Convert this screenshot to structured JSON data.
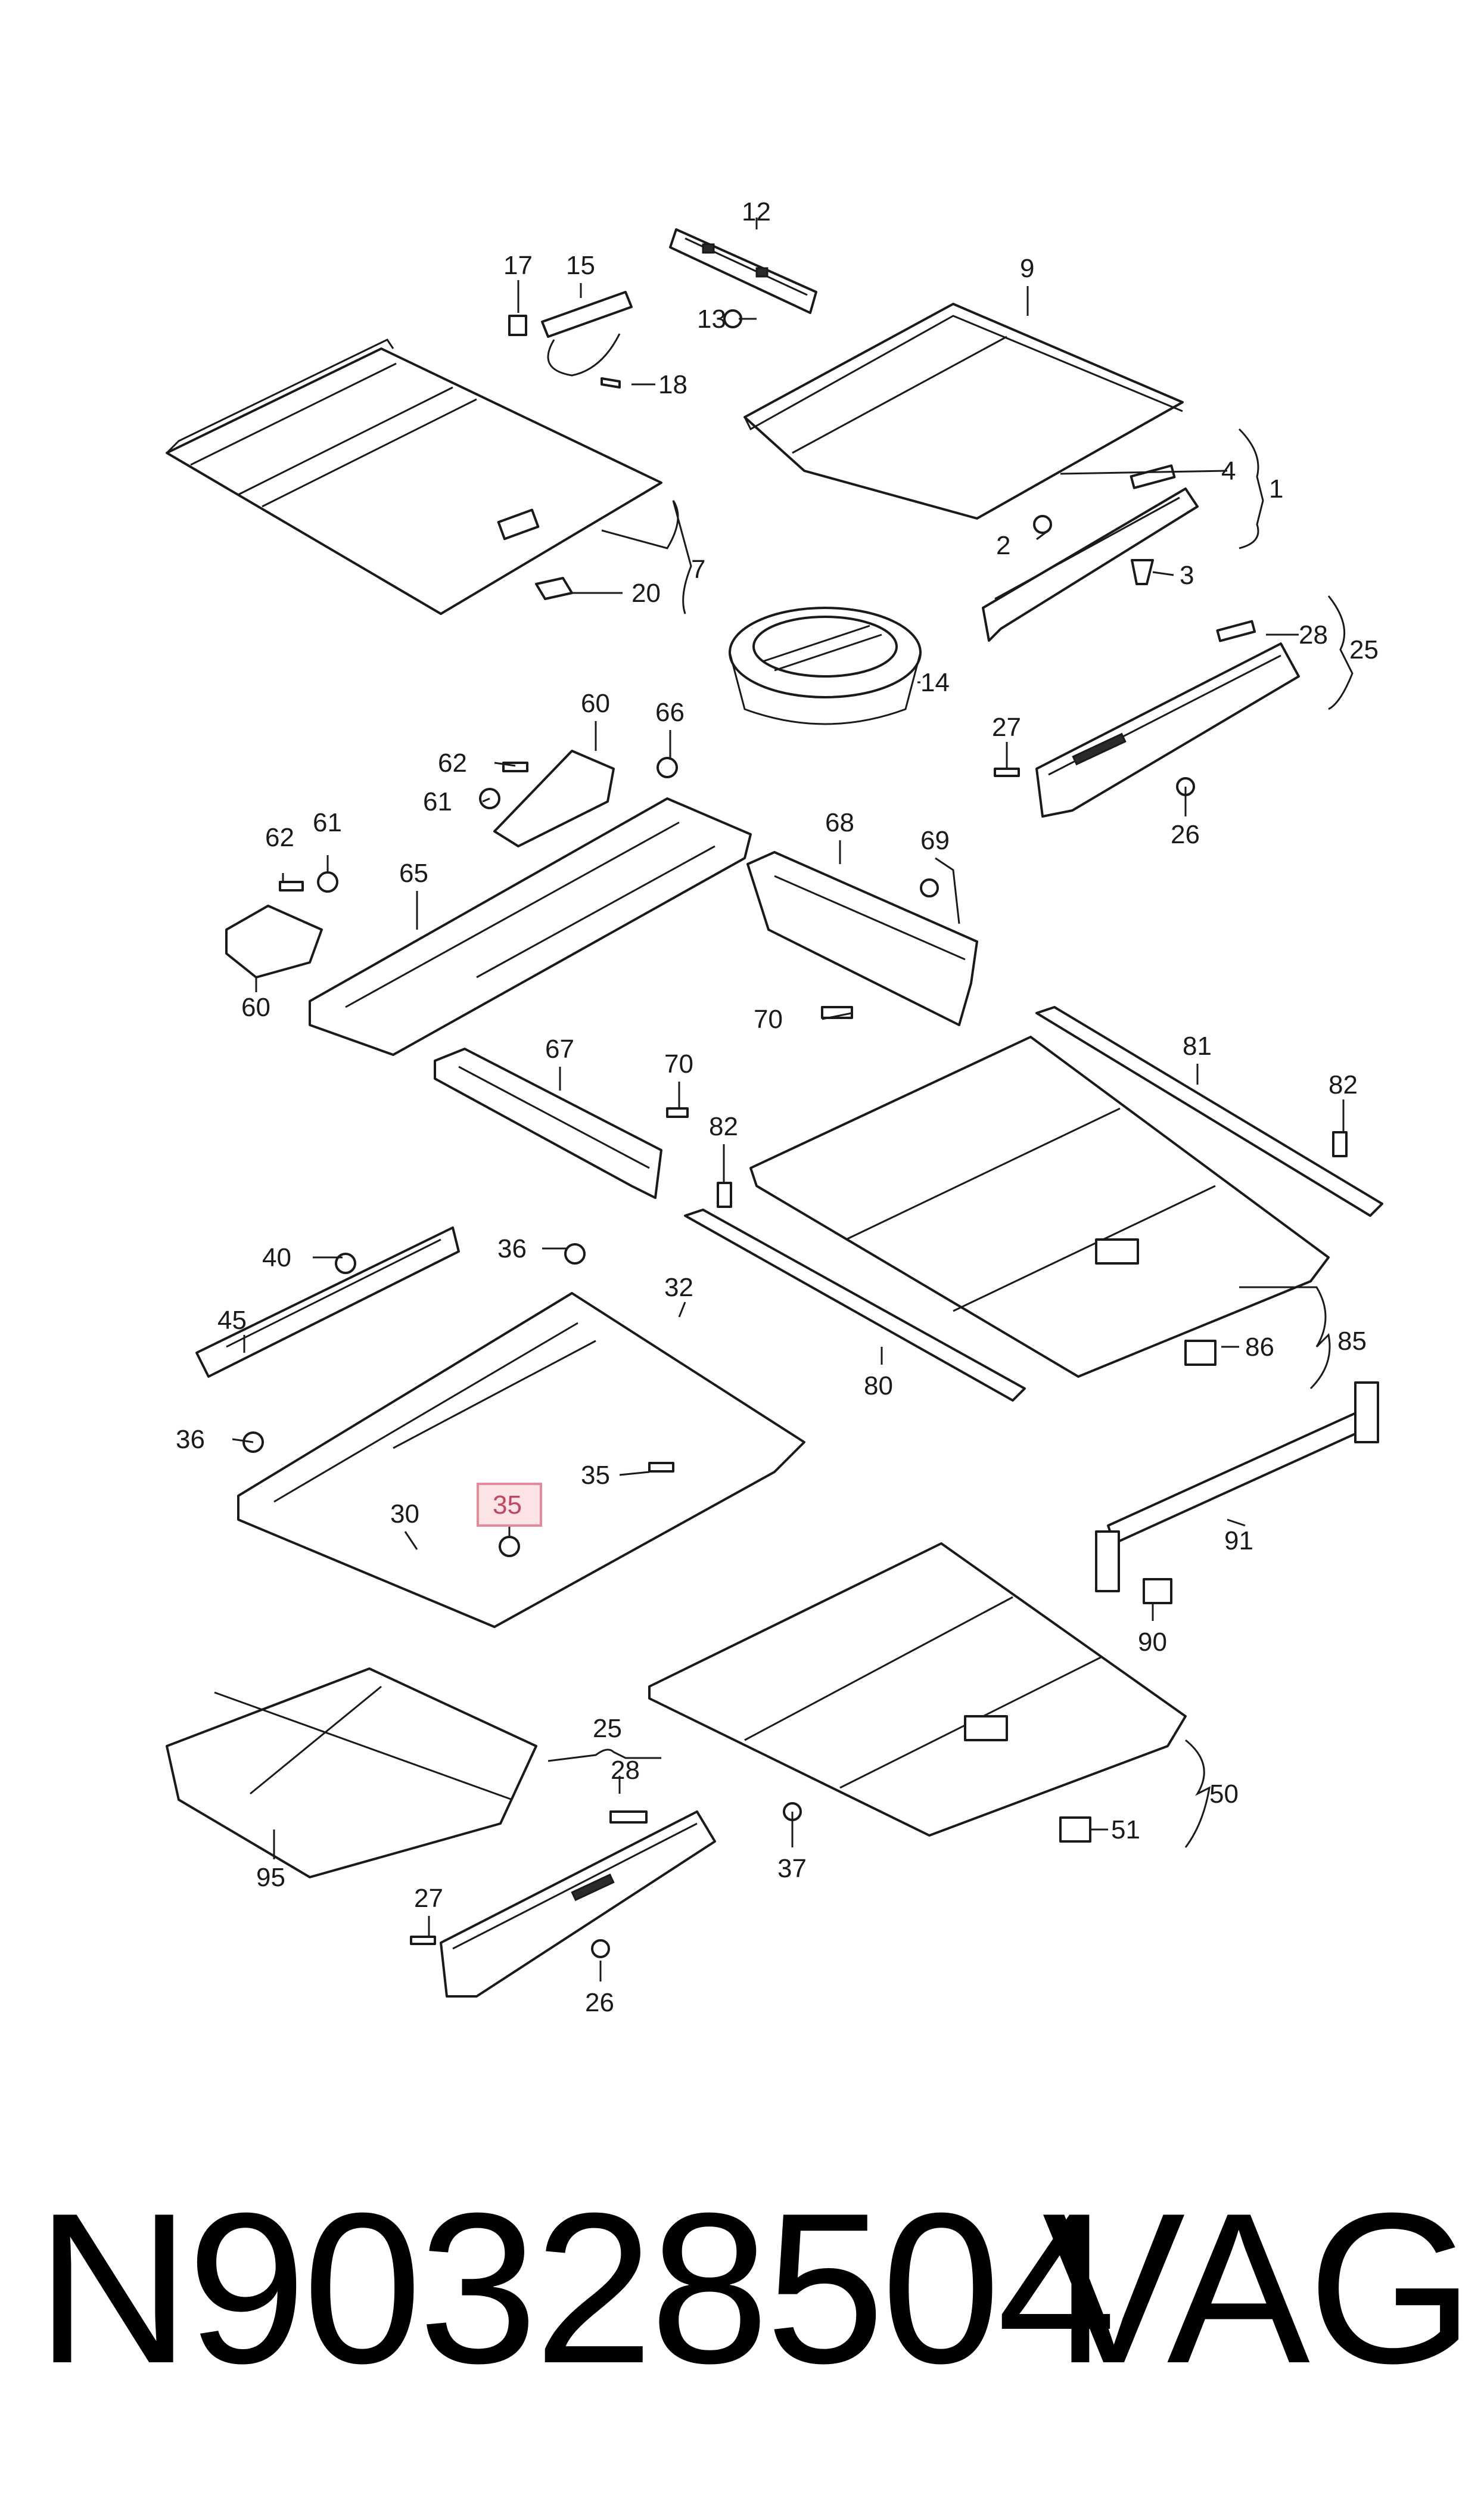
{
  "diagram": {
    "callouts": {
      "c1": "1",
      "c2": "2",
      "c3": "3",
      "c4": "4",
      "c7": "7",
      "c9": "9",
      "c12": "12",
      "c13": "13",
      "c14": "14",
      "c15": "15",
      "c17": "17",
      "c18": "18",
      "c20": "20",
      "c25a": "25",
      "c25b": "25",
      "c26a": "26",
      "c26b": "26",
      "c27a": "27",
      "c27b": "27",
      "c28a": "28",
      "c28b": "28",
      "c30": "30",
      "c32": "32",
      "c35a": "35",
      "c35b": "35",
      "c36a": "36",
      "c36b": "36",
      "c37": "37",
      "c40": "40",
      "c45": "45",
      "c50": "50",
      "c51": "51",
      "c60a": "60",
      "c60b": "60",
      "c61a": "61",
      "c61b": "61",
      "c62a": "62",
      "c62b": "62",
      "c65": "65",
      "c66": "66",
      "c67": "67",
      "c68": "68",
      "c69": "69",
      "c70a": "70",
      "c70b": "70",
      "c80": "80",
      "c81": "81",
      "c82a": "82",
      "c82b": "82",
      "c85": "85",
      "c86": "86",
      "c90": "90",
      "c91": "91",
      "c95": "95"
    },
    "highlighted_callout": "35"
  },
  "footer": {
    "part_number": "N90328504",
    "brand": "VAG"
  }
}
